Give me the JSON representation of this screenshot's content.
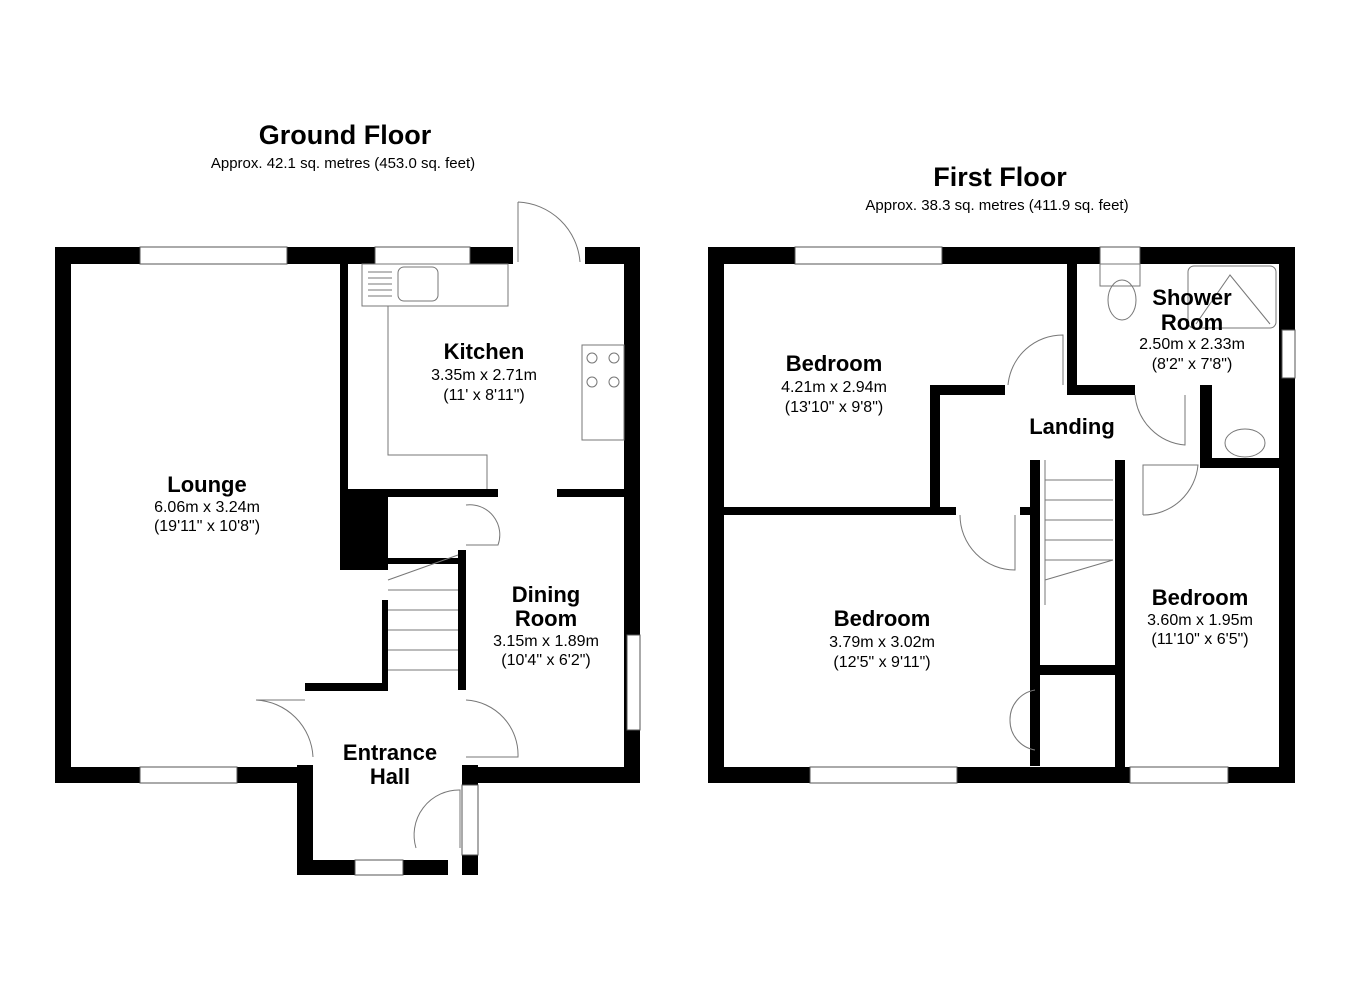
{
  "ground_floor": {
    "title": "Ground Floor",
    "area": "Approx. 42.1 sq. metres (453.0 sq. feet)",
    "rooms": [
      {
        "name": "Lounge",
        "metric": "6.06m x 3.24m",
        "imperial": "(19'11\" x 10'8\")"
      },
      {
        "name": "Kitchen",
        "metric": "3.35m x 2.71m",
        "imperial": "(11' x 8'11\")"
      },
      {
        "name": "Dining",
        "name2": "Room",
        "metric": "3.15m x 1.89m",
        "imperial": "(10'4\" x 6'2\")"
      },
      {
        "name": "Entrance",
        "name2": "Hall"
      }
    ]
  },
  "first_floor": {
    "title": "First Floor",
    "area": "Approx. 38.3 sq. metres (411.9 sq. feet)",
    "rooms": [
      {
        "name": "Bedroom",
        "metric": "4.21m x 2.94m",
        "imperial": "(13'10\" x 9'8\")"
      },
      {
        "name": "Shower",
        "name2": "Room",
        "metric": "2.50m x 2.33m",
        "imperial": "(8'2\" x 7'8\")"
      },
      {
        "name": "Landing"
      },
      {
        "name": "Bedroom",
        "metric": "3.79m x 3.02m",
        "imperial": "(12'5\" x 9'11\")"
      },
      {
        "name": "Bedroom",
        "metric": "3.60m x 1.95m",
        "imperial": "(11'10\" x 6'5\")"
      }
    ]
  }
}
